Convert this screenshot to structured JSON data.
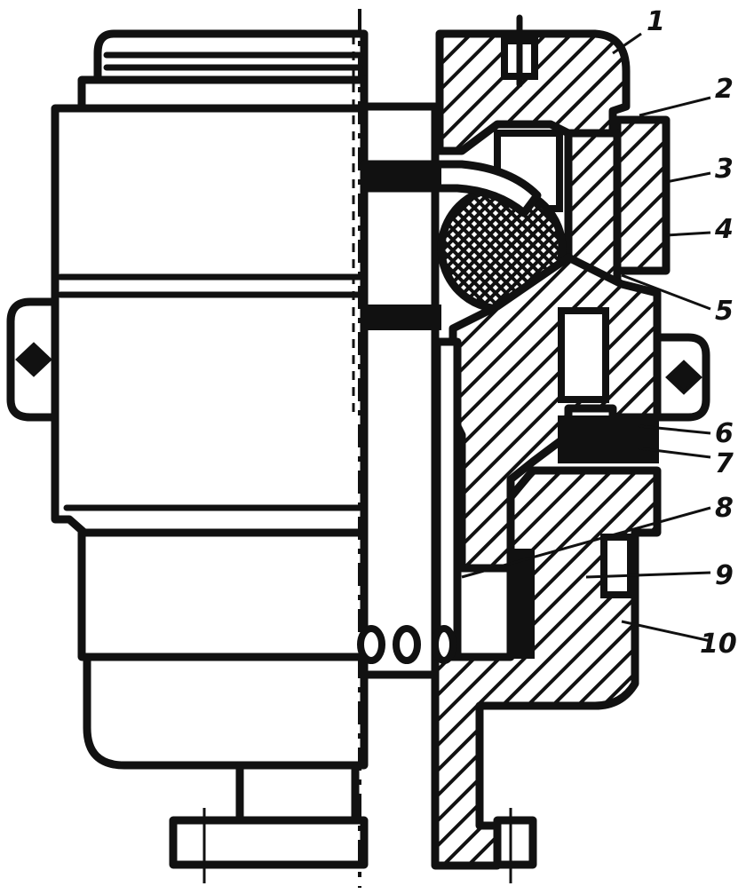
{
  "diagram": {
    "style": {
      "line_color": "#111111",
      "background": "#ffffff"
    },
    "callouts": [
      {
        "label": "1"
      },
      {
        "label": "2"
      },
      {
        "label": "3"
      },
      {
        "label": "4"
      },
      {
        "label": "5"
      },
      {
        "label": "6"
      },
      {
        "label": "7"
      },
      {
        "label": "8"
      },
      {
        "label": "9"
      },
      {
        "label": "10"
      }
    ]
  }
}
